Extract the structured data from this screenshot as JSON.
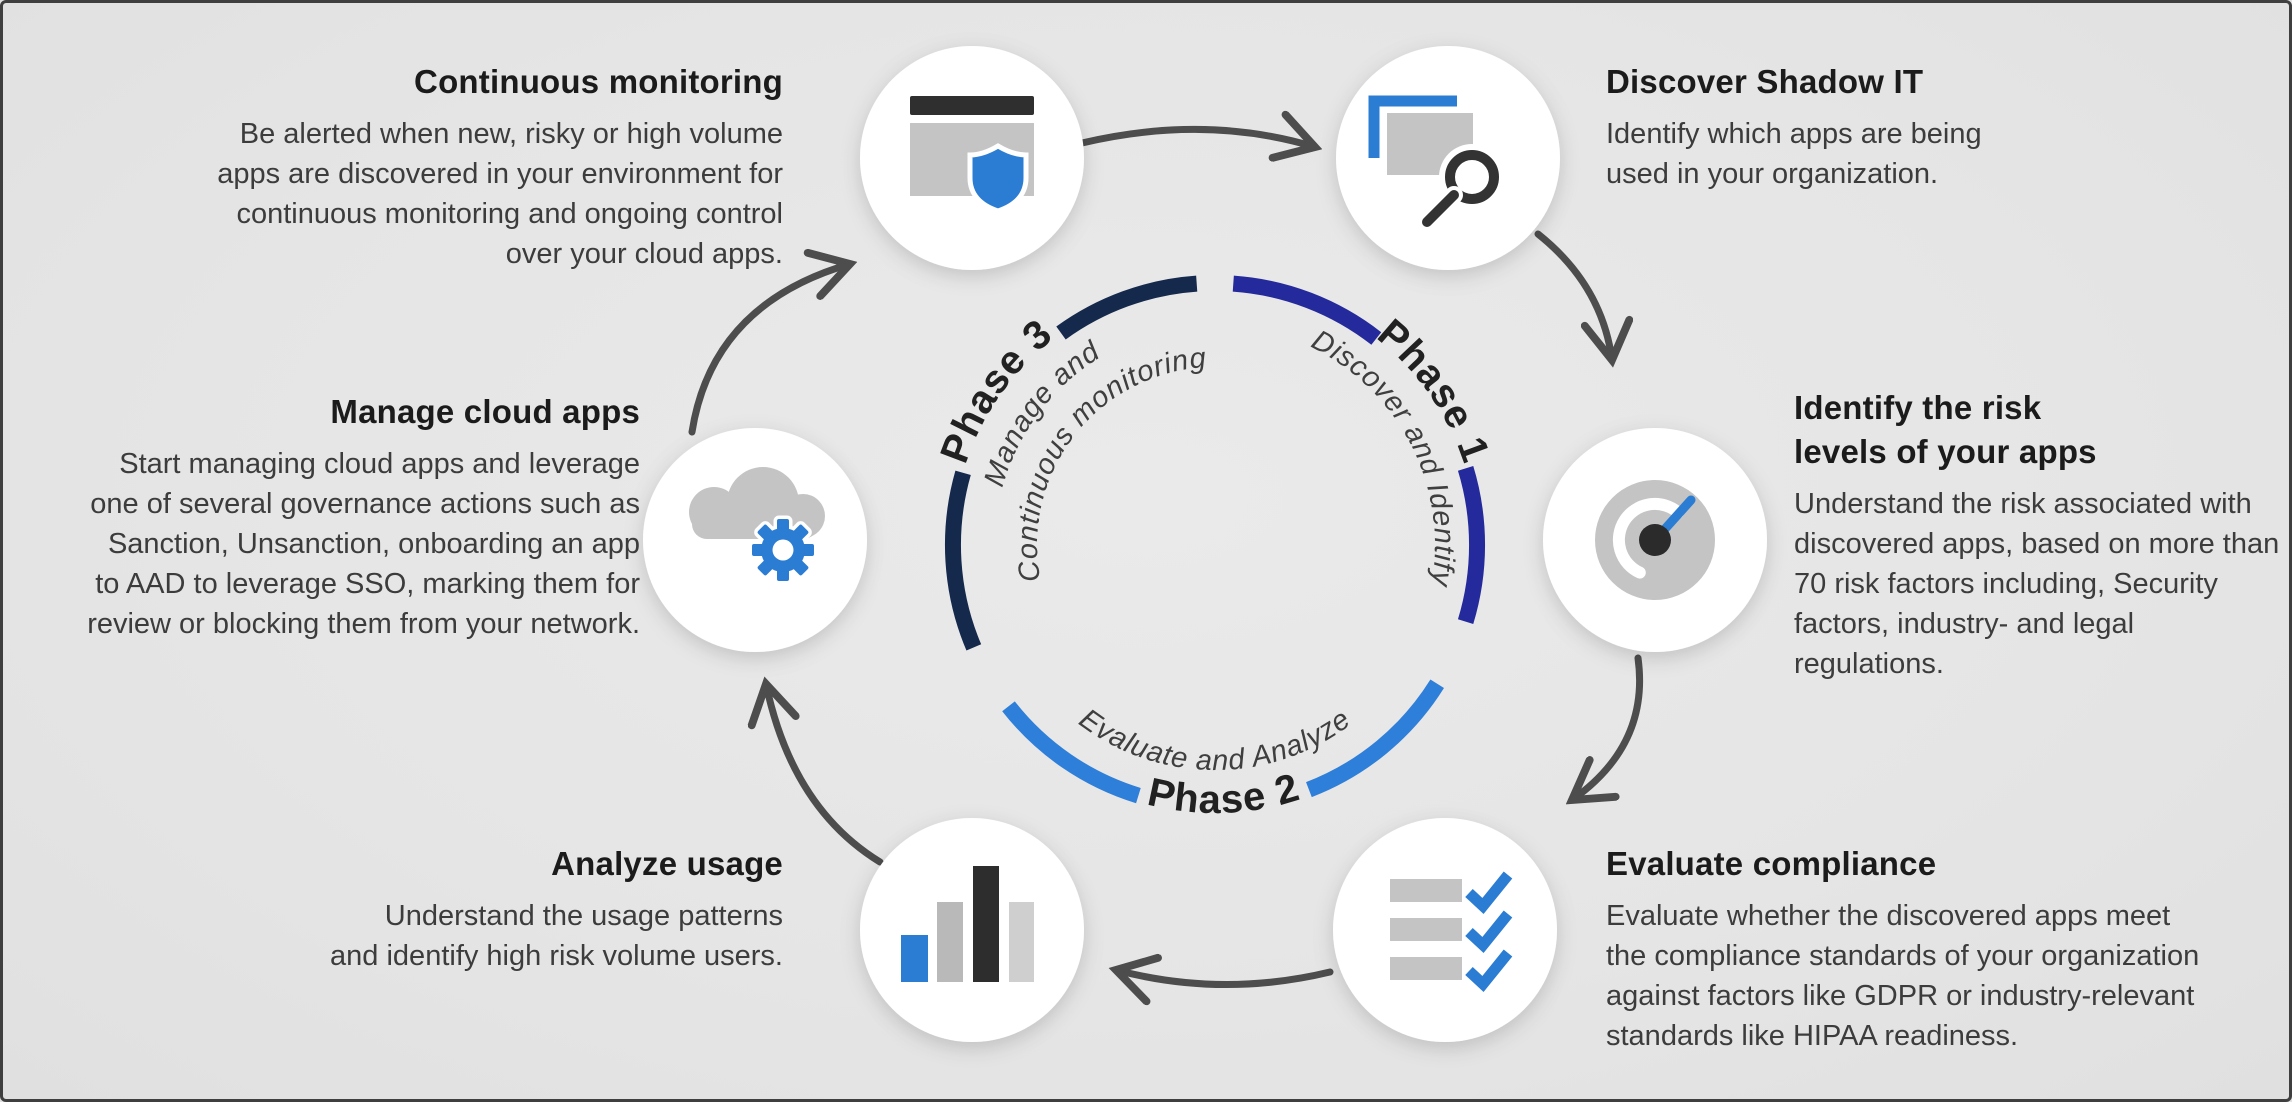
{
  "diagram_name": "cloud-app-security-three-phase-lifecycle",
  "colors": {
    "background": "#e6e6e6",
    "frame_border": "#3f3f3f",
    "accent_blue": "#2b7cd3",
    "arrow_gray": "#4d4d4d",
    "icon_gray": "#c4c4c4",
    "icon_dark": "#2d2d2d",
    "title_text": "#1b1b1b",
    "body_text": "#3c3c3c",
    "phase1_arc": "#242a9b",
    "phase2_arc": "#2e7fd9",
    "phase3_arc": "#15294d"
  },
  "ring": {
    "phases": [
      {
        "label": "Phase 1",
        "caption_lines": [
          "Discover and Identify"
        ],
        "arc_color": "#242a9b"
      },
      {
        "label": "Phase 2",
        "caption_lines": [
          "Evaluate and Analyze"
        ],
        "arc_color": "#2e7fd9"
      },
      {
        "label": "Phase 3",
        "caption_lines": [
          "Manage and",
          "Continuous monitoring"
        ],
        "arc_color": "#15294d"
      }
    ]
  },
  "steps": [
    {
      "id": "discover-shadow-it",
      "title_lines": [
        "Discover Shadow IT"
      ],
      "body_lines": [
        "Identify which apps are being",
        "used in your organization."
      ],
      "icon": "app-search-icon"
    },
    {
      "id": "identify-risk",
      "title_lines": [
        "Identify the risk",
        "levels of your apps"
      ],
      "body_lines": [
        "Understand the risk associated with",
        "discovered apps, based on more than",
        "70 risk factors including, Security",
        "factors, industry- and legal regulations."
      ],
      "icon": "risk-gauge-icon"
    },
    {
      "id": "evaluate-compliance",
      "title_lines": [
        "Evaluate compliance"
      ],
      "body_lines": [
        "Evaluate whether the discovered apps meet",
        "the compliance standards of your organization",
        "against factors like GDPR or industry-relevant",
        "standards like HIPAA readiness."
      ],
      "icon": "checklist-icon"
    },
    {
      "id": "analyze-usage",
      "title_lines": [
        "Analyze usage"
      ],
      "body_lines": [
        "Understand the usage patterns",
        "and identify high risk volume users."
      ],
      "icon": "bar-chart-icon"
    },
    {
      "id": "manage-cloud-apps",
      "title_lines": [
        "Manage cloud apps"
      ],
      "body_lines": [
        "Start managing cloud apps and leverage",
        "one of several governance actions such as",
        "Sanction, Unsanction, onboarding an app",
        "to AAD to leverage SSO, marking them for",
        "review or blocking them from your network."
      ],
      "icon": "cloud-gear-icon"
    },
    {
      "id": "continuous-monitoring",
      "title_lines": [
        "Continuous monitoring"
      ],
      "body_lines": [
        "Be alerted when new, risky or high volume",
        "apps are discovered in your environment for",
        "continuous monitoring and ongoing control",
        "over your cloud apps."
      ],
      "icon": "app-shield-icon"
    }
  ]
}
